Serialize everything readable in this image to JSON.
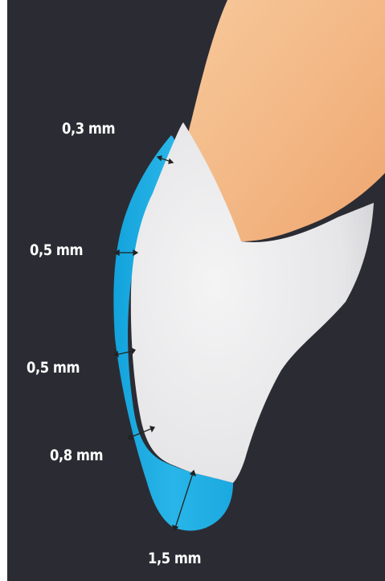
{
  "colors": {
    "background": "#2b2c33",
    "enamel_layer": "#1eaee3",
    "core": "#e9e9ea",
    "gum": "#f3b884",
    "label_text": "#ffffff"
  },
  "labels": {
    "thickness_1": "0,3 mm",
    "thickness_2": "0,5 mm",
    "thickness_3": "0,5 mm",
    "thickness_4": "0,8 mm",
    "thickness_5": "1,5 mm"
  }
}
